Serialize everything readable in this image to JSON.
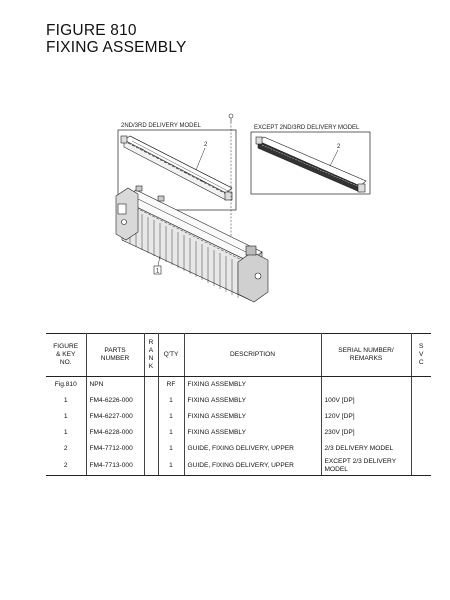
{
  "header": {
    "figure_number": "FIGURE 810",
    "figure_title": "FIXING ASSEMBLY"
  },
  "illustration": {
    "label_2nd_3rd": "2ND/3RD DELIVERY MODEL",
    "label_except": "EXCEPT 2ND/3RD DELIVERY MODEL",
    "callout_2a": "2",
    "callout_2b": "2",
    "callout_1": "1"
  },
  "table": {
    "headers": {
      "figure_key": [
        "FIGURE",
        "& KEY",
        "NO."
      ],
      "parts_number": [
        "PARTS",
        "NUMBER"
      ],
      "rank": [
        "R",
        "A",
        "N",
        "K"
      ],
      "qty": "Q'TY",
      "description": "DESCRIPTION",
      "serial": [
        "SERIAL NUMBER/",
        "REMARKS"
      ],
      "svc": [
        "S",
        "V",
        "C"
      ]
    },
    "rows": [
      {
        "key": "Fig.810",
        "parts": "NPN",
        "rank": "",
        "qty": "RF",
        "desc": "FIXING ASSEMBLY",
        "remarks": "",
        "svc": ""
      },
      {
        "key": "1",
        "parts": "FM4-6226-000",
        "rank": "",
        "qty": "1",
        "desc": "FIXING ASSEMBLY",
        "remarks": "100V [DP]",
        "svc": ""
      },
      {
        "key": "1",
        "parts": "FM4-6227-000",
        "rank": "",
        "qty": "1",
        "desc": "FIXING ASSEMBLY",
        "remarks": "120V [DP]",
        "svc": ""
      },
      {
        "key": "1",
        "parts": "FM4-6228-000",
        "rank": "",
        "qty": "1",
        "desc": "FIXING ASSEMBLY",
        "remarks": "230V [DP]",
        "svc": ""
      },
      {
        "key": "2",
        "parts": "FM4-7712-000",
        "rank": "",
        "qty": "1",
        "desc": "GUIDE, FIXING DELIVERY, UPPER",
        "remarks": "2/3 DELIVERY MODEL",
        "svc": ""
      },
      {
        "key": "2",
        "parts": "FM4-7713-000",
        "rank": "",
        "qty": "1",
        "desc": "GUIDE, FIXING DELIVERY, UPPER",
        "remarks": "EXCEPT 2/3 DELIVERY MODEL",
        "svc": ""
      }
    ]
  }
}
